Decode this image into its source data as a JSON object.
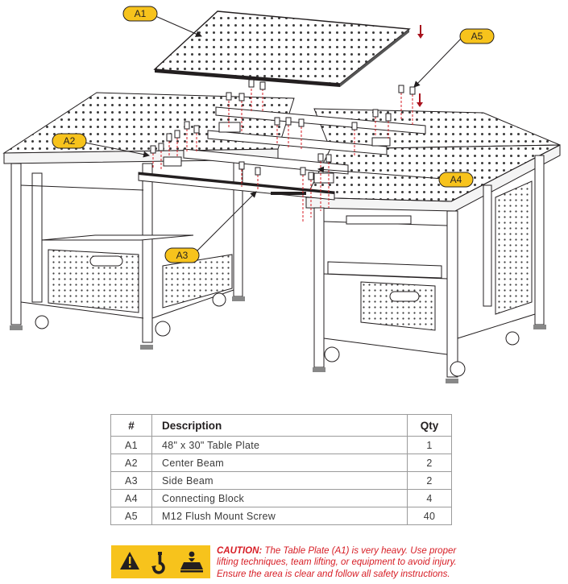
{
  "callouts": [
    {
      "id": "A1"
    },
    {
      "id": "A2"
    },
    {
      "id": "A3"
    },
    {
      "id": "A4"
    },
    {
      "id": "A5"
    }
  ],
  "table": {
    "headers": {
      "num": "#",
      "desc": "Description",
      "qty": "Qty"
    },
    "rows": [
      {
        "num": "A1",
        "desc": "48\" x 30\" Table Plate",
        "qty": "1"
      },
      {
        "num": "A2",
        "desc": "Center Beam",
        "qty": "2"
      },
      {
        "num": "A3",
        "desc": "Side Beam",
        "qty": "2"
      },
      {
        "num": "A4",
        "desc": "Connecting Block",
        "qty": "4"
      },
      {
        "num": "A5",
        "desc": "M12 Flush Mount Screw",
        "qty": "40"
      }
    ]
  },
  "caution": {
    "lead": "CAUTION:",
    "body": " The Table Plate (A1) is very heavy. Use proper lifting techniques, team lifting, or equipment to avoid injury. Ensure the area is clear and follow all safety instructions.",
    "icons": [
      "warning-triangle-icon",
      "lifting-hook-icon",
      "heavy-weight-icon"
    ],
    "colors": {
      "icon_bg": "#f7c31c",
      "text": "#d71d25"
    }
  },
  "colors": {
    "callout_fill": "#f7c31c",
    "arrow": "#a8121d",
    "line": "#231f20"
  }
}
